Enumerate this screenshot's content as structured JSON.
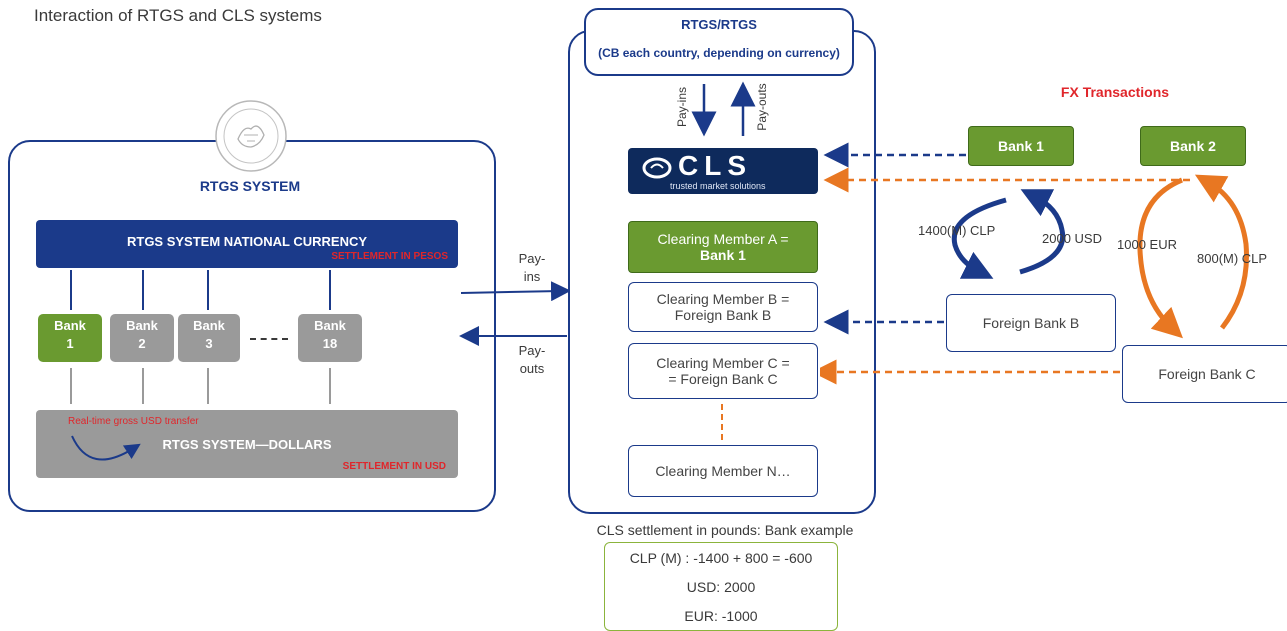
{
  "title": "Interaction of RTGS and CLS systems",
  "left_system": {
    "title": "RTGS SYSTEM",
    "national_bar": "RTGS SYSTEM NATIONAL CURRENCY",
    "national_settlement": "SETTLEMENT IN PESOS",
    "banks": [
      {
        "label": "Bank",
        "number": "1"
      },
      {
        "label": "Bank",
        "number": "2"
      },
      {
        "label": "Bank",
        "number": "3"
      },
      {
        "label": "Bank",
        "number": "18"
      }
    ],
    "dollars_transfer": "Real-time gross USD transfer",
    "dollars_bar": "RTGS SYSTEM—DOLLARS",
    "dollars_settlement": "SETTLEMENT IN USD"
  },
  "middle": {
    "header_line1": "RTGS/RTGS",
    "header_line2": "(CB each country, depending on currency)",
    "pay_ins_vertical": "Pay-ins",
    "pay_outs_vertical": "Pay-outs",
    "cls_logo": "CLS",
    "cls_tagline": "trusted market solutions",
    "members": [
      {
        "line1": "Clearing Member A =",
        "line2": "Bank 1"
      },
      {
        "line1": "Clearing Member B  =",
        "line2": "Foreign Bank B"
      },
      {
        "line1": "Clearing Member C =",
        "line2": "= Foreign Bank C"
      },
      {
        "line1": "Clearing Member N…",
        "line2": ""
      }
    ]
  },
  "flows": {
    "pay_ins": [
      "Pay-",
      "ins"
    ],
    "pay_outs": [
      "Pay-",
      "outs"
    ]
  },
  "fx": {
    "title": "FX Transactions",
    "bank1": "Bank 1",
    "bank2": "Bank 2",
    "foreign_b": "Foreign Bank B",
    "foreign_c": "Foreign Bank C",
    "amount_1400": "1400(M) CLP",
    "amount_2000": "2000 USD",
    "amount_1000": "1000 EUR",
    "amount_800": "800(M) CLP"
  },
  "settlement": {
    "caption": "CLS settlement in pounds: Bank example",
    "lines": [
      "CLP (M) : -1400 + 800 = -600",
      "USD: 2000",
      "EUR: -1000"
    ]
  },
  "colors": {
    "navy": "#1b3a8a",
    "green": "#6a9a30",
    "orange": "#e87722",
    "red": "#e0262b",
    "grey": "#9a9a9a"
  }
}
